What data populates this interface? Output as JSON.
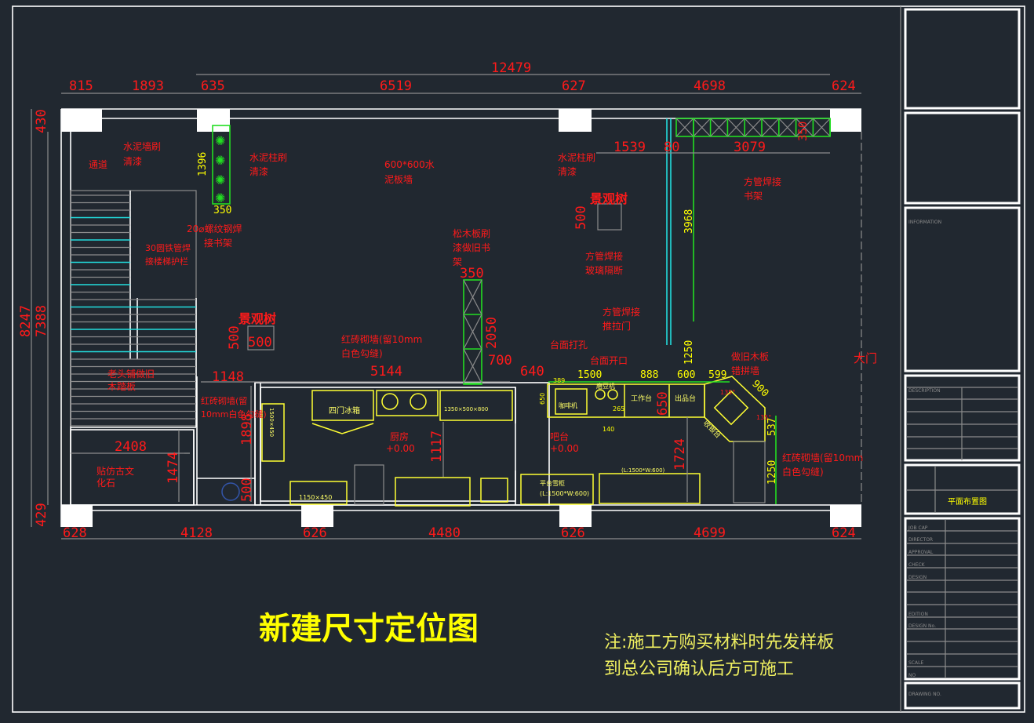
{
  "drawing": {
    "title": "新建尺寸定位图",
    "note_line1": "注:施工方购买材料时先发样板",
    "note_line2": "到总公司确认后方可施工"
  },
  "dimensions": {
    "top_total": "12479",
    "top_segments": [
      "815",
      "1893",
      "635",
      "6519",
      "627",
      "4698",
      "624"
    ],
    "bottom_segments": [
      "628",
      "4128",
      "626",
      "4480",
      "626",
      "4699",
      "624"
    ],
    "left_total": "8247",
    "left_inner": "7388",
    "left_top": "430",
    "left_bottom": "429",
    "shelf_height": "1396",
    "shelf_width": "350",
    "tree1_size": "500",
    "tree1_height": "500",
    "tree2_height": "500",
    "right_shelf_1539": "1539",
    "right_shelf_80": "80",
    "right_shelf_3079": "3079",
    "right_shelf_350": "350",
    "glass_3968": "3968",
    "shelf_mid_350": "350",
    "shelf_mid_2050": "2050",
    "d700": "700",
    "d640": "640",
    "d1148": "1148",
    "d5144": "5144",
    "d1898": "1898",
    "d500_wc": "500",
    "d2408": "2408",
    "d1474": "1474",
    "d1117": "1117",
    "d1724": "1724",
    "d1250_top": "1250",
    "d650": "650",
    "bar_1500": "1500",
    "bar_888": "888",
    "bar_600": "600",
    "bar_599": "599",
    "bar_389": "389",
    "bar_650_small": "650",
    "bar_265": "265",
    "bar_140": "140",
    "bar_900": "900",
    "bar_537": "537",
    "bar_1250": "1250",
    "angle_135a": "135°",
    "angle_135b": "135°"
  },
  "labels": {
    "passage": "通道",
    "cement_wall_1": "水泥墙刷",
    "cement_wall_2": "清漆",
    "cement_col_1": "水泥柱刷",
    "cement_col_2": "清漆",
    "rebar_shelf_1": "20⌀螺纹钢焊",
    "rebar_shelf_2": "接书架",
    "railing_1": "30圆铁管焊",
    "railing_2": "接楼梯护栏",
    "board_wall_1": "600*600水",
    "board_wall_2": "泥板墙",
    "cement_col2_1": "水泥柱刷",
    "cement_col2_2": "清漆",
    "tree_1": "景观树",
    "tree_2": "景观树",
    "pine_shelf_1": "松木板刷",
    "pine_shelf_2": "漆做旧书",
    "pine_shelf_3": "架",
    "tube_shelf_1": "方管焊接",
    "tube_shelf_2": "书架",
    "glass_1": "方管焊接",
    "glass_2": "玻璃隔断",
    "sliding_1": "方管焊接",
    "sliding_2": "推拉门",
    "brick_1": "红砖砌墙(留10mm",
    "brick_2": "白色勾缝)",
    "brick_left_1": "红砖砌墙(留",
    "brick_left_2": "10mm白色勾缝)",
    "brick_right_1": "红砖砌墙(留10mm",
    "brick_right_2": "白色勾缝)",
    "stair_1": "老头铺做旧",
    "stair_2": "木踏板",
    "stone_1": "贴仿古文",
    "stone_2": "化石",
    "drill": "台面打孔",
    "opening": "台面开口",
    "old_board_1": "做旧木板",
    "old_board_2": "错拼墙",
    "main_door": "大门",
    "kitchen": "厨房",
    "kitchen_level": "+0.00",
    "bar": "吧台",
    "bar_level": "+0.00"
  },
  "equipment": {
    "fridge": "四门冰箱",
    "sink_dims": "1350×500×800",
    "table_left": "1500×450",
    "table_bottom": "1150×450",
    "coffee": "咖啡机",
    "grinder": "磨豆机",
    "worktable": "工作台",
    "pickup": "出品台",
    "cashier": "收银台",
    "griddle": "平台雪柜",
    "griddle_dims": "(L:1500*W:600)",
    "counter_dims": "(L:1500*W:600)"
  },
  "title_block": {
    "scale_label": "SCALE",
    "drawing_no_label": "DRAWING NO.",
    "description_label": "DESCRIPTION",
    "design_no_label": "DESIGN No.",
    "edition_label": "EDITION",
    "design_label": "DESIGN",
    "check_label": "CHECK",
    "approval_label": "APPROVAL",
    "director_label": "DIRECTOR",
    "job_cap_label": "JOB CAP",
    "no_label": "NO",
    "info_label": "INFORMATION",
    "drawing_name": "平面布置图"
  }
}
